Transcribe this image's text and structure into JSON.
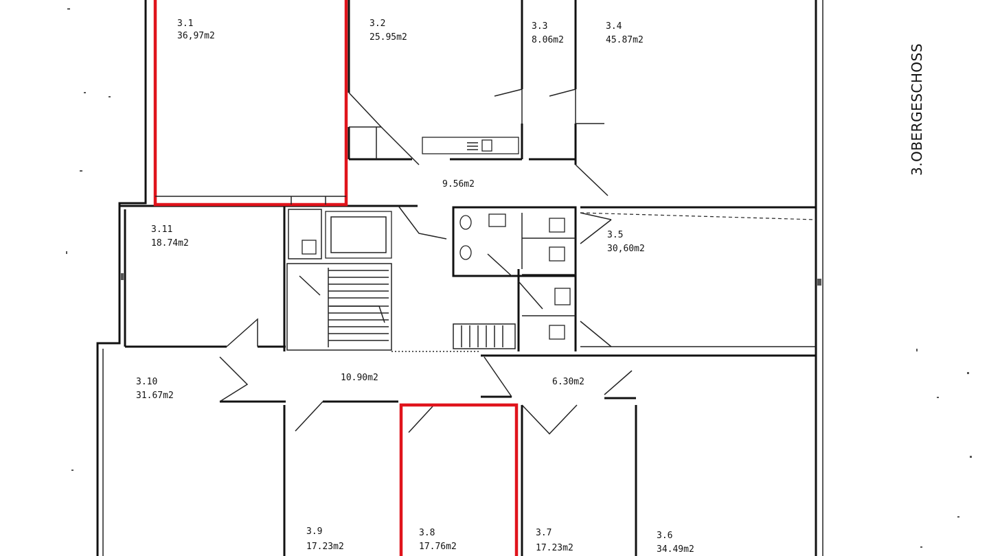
{
  "floor_title": "3.OBERGESCHOSS",
  "rooms": [
    {
      "id": "3.1",
      "area": "36,97m2",
      "highlighted": true
    },
    {
      "id": "3.2",
      "area": "25.95m2",
      "highlighted": false
    },
    {
      "id": "3.3",
      "area": "8.06m2",
      "highlighted": false
    },
    {
      "id": "3.4",
      "area": "45.87m2",
      "highlighted": false
    },
    {
      "id": "3.5",
      "area": "30,60m2",
      "highlighted": false
    },
    {
      "id": "3.6",
      "area": "34.49m2",
      "highlighted": false
    },
    {
      "id": "3.7",
      "area": "17.23m2",
      "highlighted": false
    },
    {
      "id": "3.8",
      "area": "17.76m2",
      "highlighted": true
    },
    {
      "id": "3.9",
      "area": "17.23m2",
      "highlighted": false
    },
    {
      "id": "3.10",
      "area": "31.67m2",
      "highlighted": false
    },
    {
      "id": "3.11",
      "area": "18.74m2",
      "highlighted": false
    }
  ],
  "corridors": [
    {
      "area": "9.56m2"
    },
    {
      "area": "10.90m2"
    },
    {
      "area": "6.30m2"
    }
  ],
  "colors": {
    "highlight": "#e0141c",
    "lines": "#111111",
    "background": "#ffffff"
  }
}
